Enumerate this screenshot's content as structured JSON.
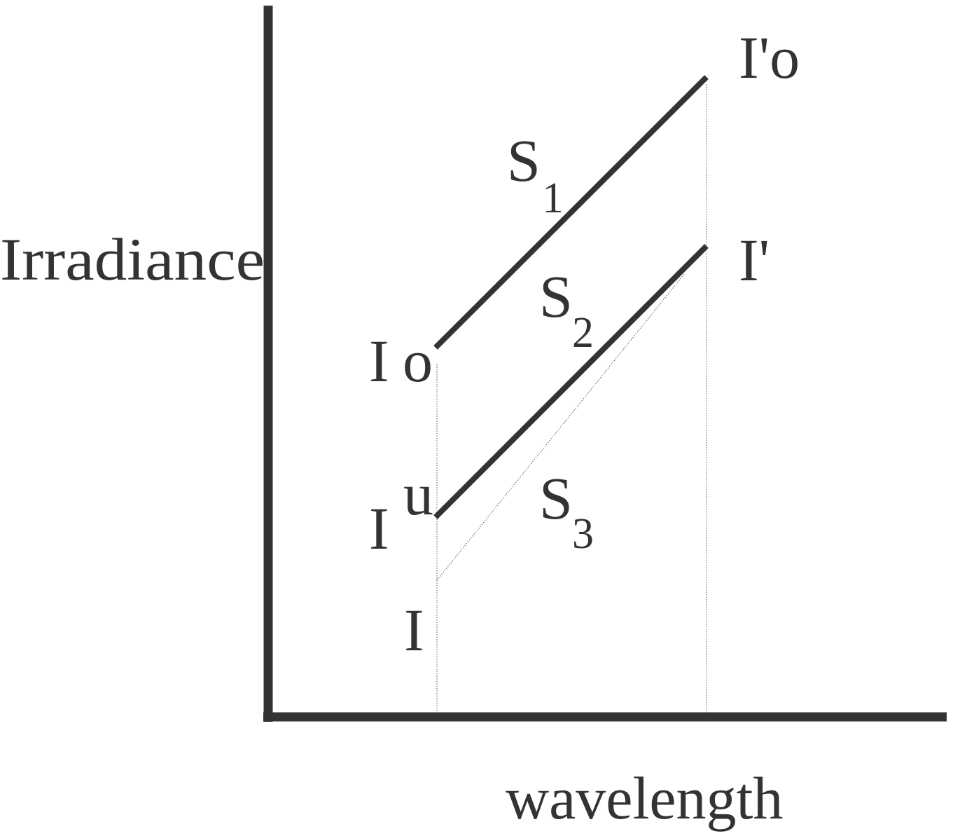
{
  "axes": {
    "y_label": "Irradiance",
    "x_label": "wavelength"
  },
  "lines": {
    "s1": {
      "main": "S",
      "sub": "1"
    },
    "s2": {
      "main": "S",
      "sub": "2"
    },
    "s3": {
      "main": "S",
      "sub": "3"
    }
  },
  "points": {
    "io_main": "I",
    "io_sub": "o",
    "iu_main": "I",
    "iu_sub": "u",
    "i_low": "I",
    "i_prime_o": "I'o",
    "i_prime": "I'"
  },
  "colors": {
    "ink": "#333333"
  }
}
